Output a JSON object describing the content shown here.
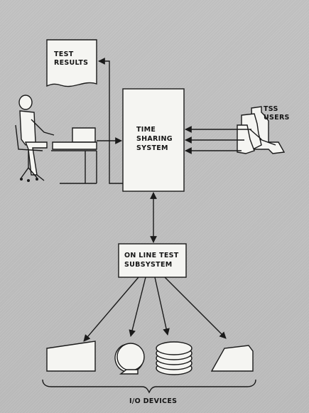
{
  "diagram": {
    "test_results": [
      "TEST",
      "RESULTS"
    ],
    "time_sharing": [
      "TIME",
      "SHARING",
      "SYSTEM"
    ],
    "tss_users": [
      "TSS",
      "USERS"
    ],
    "online_test": [
      "ON LINE TEST",
      "SUBSYSTEM"
    ],
    "io_devices": "I/O DEVICES"
  },
  "colors": {
    "background": "#bdbdbd",
    "shape_fill": "#f5f5f2",
    "ink": "#1a1a1a"
  }
}
